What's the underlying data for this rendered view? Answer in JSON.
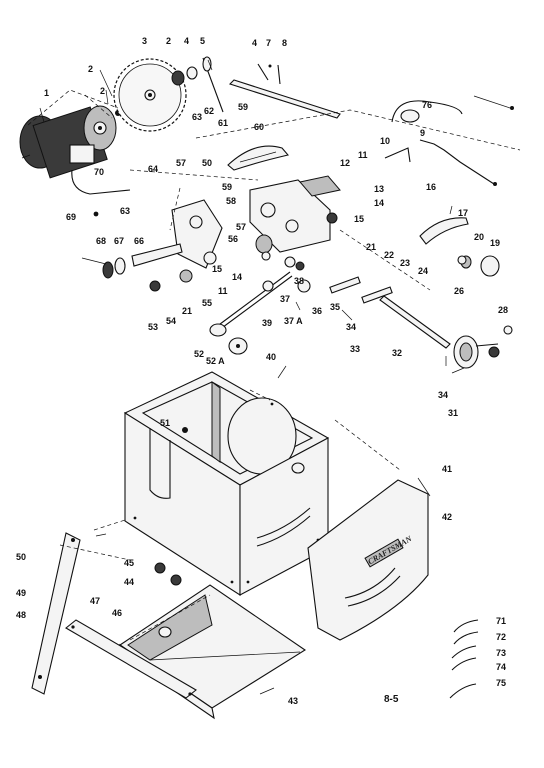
{
  "page_label": "8-5",
  "brand_text": "CRAFTSMAN",
  "part_numbers": {
    "p1": "1",
    "p2": "2",
    "p2b": "2",
    "p3": "3",
    "p4": "4",
    "p4b": "4",
    "p5": "5",
    "p7": "7",
    "p8": "8",
    "p9": "9",
    "p10": "10",
    "p11": "11",
    "p11b": "11",
    "p12": "12",
    "p13": "13",
    "p14": "14",
    "p14b": "14",
    "p15": "15",
    "p15b": "15",
    "p16": "16",
    "p17": "17",
    "p19": "19",
    "p20": "20",
    "p21": "21",
    "p21b": "21",
    "p22": "22",
    "p23": "23",
    "p24": "24",
    "p26": "26",
    "p28": "28",
    "p31": "31",
    "p32": "32",
    "p33": "33",
    "p34": "34",
    "p34b": "34",
    "p35": "35",
    "p36": "36",
    "p37": "37",
    "p37a": "37 A",
    "p38": "38",
    "p39": "39",
    "p40": "40",
    "p41": "41",
    "p42": "42",
    "p43": "43",
    "p44": "44",
    "p45": "45",
    "p46": "46",
    "p47": "47",
    "p48": "48",
    "p49": "49",
    "p50": "50",
    "p50b": "50",
    "p51": "51",
    "p52": "52",
    "p52a": "52 A",
    "p53": "53",
    "p54": "54",
    "p55": "55",
    "p56": "56",
    "p57": "57",
    "p57b": "57",
    "p58": "58",
    "p59": "59",
    "p59b": "59",
    "p60": "60",
    "p61": "61",
    "p62": "62",
    "p63": "63",
    "p63b": "63",
    "p64": "64",
    "p66": "66",
    "p67": "67",
    "p68": "68",
    "p69": "69",
    "p70": "70",
    "p71": "71",
    "p72": "72",
    "p73": "73",
    "p74": "74",
    "p75": "75",
    "p76": "76"
  }
}
